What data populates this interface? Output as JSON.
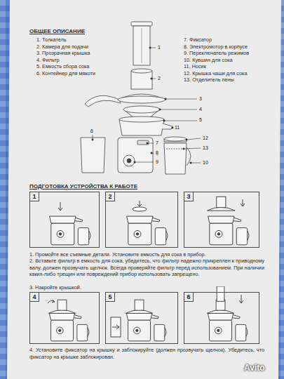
{
  "diagram": {
    "title": "ОБЩЕЕ ОПИСАНИЕ",
    "nodes": [
      {
        "text": [
          "1"
        ]
      },
      {
        "text": [
          "2"
        ]
      },
      {
        "text": [
          "3"
        ]
      },
      {
        "text": [
          "4"
        ]
      },
      {
        "text": [
          "5"
        ]
      },
      {
        "text": [
          "6"
        ]
      }
    ],
    "labels": [
      "1. Толкатель",
      "2. Камера для подачи",
      "3. Прозрачная крышка",
      "4. Фильтр",
      "5. Емкость сбора сока",
      "6. Контейнер для мякоти",
      "7. Фиксатор",
      "8. Электромотор в корпусе",
      "9. Переключатель режимов",
      "10. Кувшин для сока",
      "11. Носик",
      "12. Крышка чаши для сока",
      "13. Отделитель пены",
      "1",
      "2",
      "3",
      "4",
      "5",
      "6",
      "7",
      "8",
      "9",
      "10",
      "11",
      "12",
      "13",
      "ПОДГОТОВКА УСТРОЙСТВА К РАБОТЕ",
      "1. Промойте все съемные детали. Установите емкость для сока в прибор.",
      "2. Вставьте фильтр в емкость для сока, убедитесь, что фильтр надежно прикреплен к приводному валу, должен прозвучать щелчок. Всегда проверяйте фильтр перед использованием. При наличии каких-либо трещин или повреждений прибор использовать запрещено.",
      "3. Накройте крышкой.",
      "4. Установите фиксатор на крышку и заблокируйте (должен прозвучать щелчок). Убедитесь, что фиксатор на крышке заблокирован.",
      "Avito"
    ]
  }
}
